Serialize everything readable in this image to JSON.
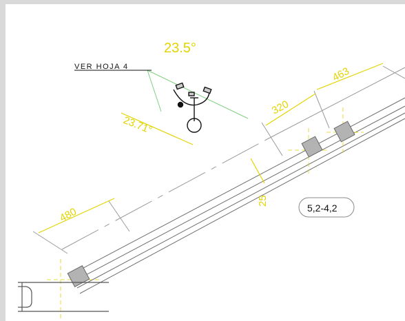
{
  "drawing": {
    "angle_top": "23.5°",
    "angle_detail": "23.71°",
    "reference_note": "VER HOJA 4",
    "dim_480": "480",
    "dim_320": "320",
    "dim_463": "463",
    "dim_25": "25",
    "slope_tag": "5,2-4,2"
  },
  "colors": {
    "background": "#ffffff",
    "frame": "#d9d9d9",
    "dimension": "#e3d400",
    "guide_line": "#7fcf7f",
    "structure_line": "#555555",
    "block_fill": "#b3b3b3"
  },
  "icons": [
    "bearing-detail-icon",
    "anchor-block-icon",
    "support-beam-icon"
  ]
}
